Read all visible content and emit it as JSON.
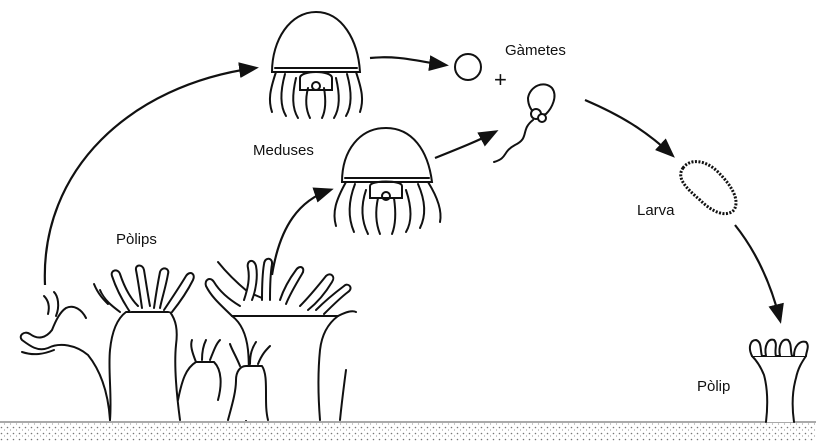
{
  "labels": {
    "gametes": "Gàmetes",
    "meduses": "Meduses",
    "polips": "Pòlips",
    "larva": "Larva",
    "polip": "Pòlip",
    "plus": "+"
  },
  "colors": {
    "ink": "#111111",
    "ground": "#f2f2f2",
    "background": "#ffffff"
  }
}
